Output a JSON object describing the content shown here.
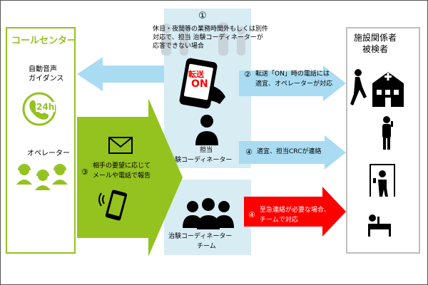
{
  "call_center": {
    "title": "コールセンター",
    "auto_voice": [
      "自動音声",
      "ガイダンス"
    ],
    "badge_24h": "24h",
    "operator": "オペレーター"
  },
  "subject": {
    "title": [
      "施設関係者",
      "被検者"
    ]
  },
  "step1": {
    "number": "①",
    "text": [
      "休日・夜間等の業務時間外もしくは別件",
      "対応で、担当 治験コーディネーターが",
      "応答できない場合"
    ],
    "phone_label": [
      "転送",
      "ON"
    ]
  },
  "step2": {
    "number": "②",
    "text": [
      "転送「ON」時の電話には",
      "適宜、オペレーターが対応"
    ]
  },
  "step3": {
    "number": "③",
    "text": [
      "相手の要望に応じて",
      "メールや電話で報告"
    ]
  },
  "step4a": {
    "number": "④",
    "text": "適宜、担当CRCが連絡"
  },
  "step4b": {
    "number": "④",
    "text": [
      "至急連絡が必要な場合、",
      "チームで対応"
    ]
  },
  "coordinator": {
    "label": [
      "担当",
      "治験コーディネーター"
    ]
  },
  "team": {
    "label": [
      "治験コーディネーター",
      "チーム"
    ]
  },
  "colors": {
    "green": "#94c21f",
    "light_blue": "#a9dcf2",
    "panel_blue": "#d7ecf3",
    "red": "#ff0000"
  }
}
